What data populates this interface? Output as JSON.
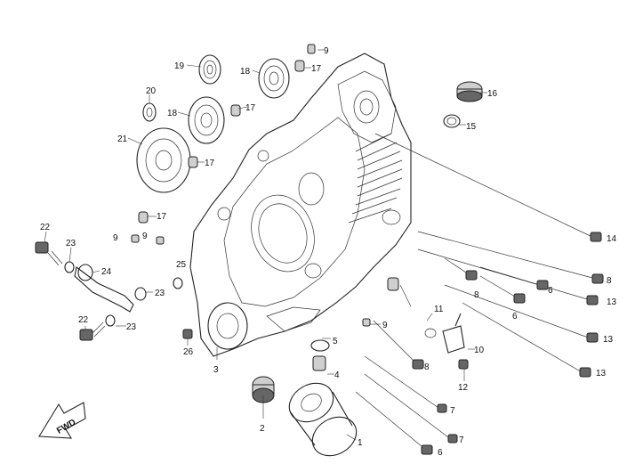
{
  "callouts": {
    "n1": "1",
    "n2": "2",
    "n3": "3",
    "n4": "4",
    "n5": "5",
    "n6a": "6",
    "n6b": "6",
    "n6c": "6",
    "n7a": "7",
    "n7b": "7",
    "n8a": "8",
    "n8b": "8",
    "n8c": "8",
    "n9a": "9",
    "n9b": "9",
    "n9c": "9",
    "n9d": "9",
    "n10": "10",
    "n11": "11",
    "n12": "12",
    "n13a": "13",
    "n13b": "13",
    "n13c": "13",
    "n14": "14",
    "n15": "15",
    "n16": "16",
    "n17a": "17",
    "n17b": "17",
    "n17c": "17",
    "n17d": "17",
    "n18a": "18",
    "n18b": "18",
    "n19": "19",
    "n20": "20",
    "n21": "21",
    "n22a": "22",
    "n22b": "22",
    "n23a": "23",
    "n23b": "23",
    "n23c": "23",
    "n24": "24",
    "n25": "25",
    "n26": "26"
  },
  "fwd_label": "FWD"
}
